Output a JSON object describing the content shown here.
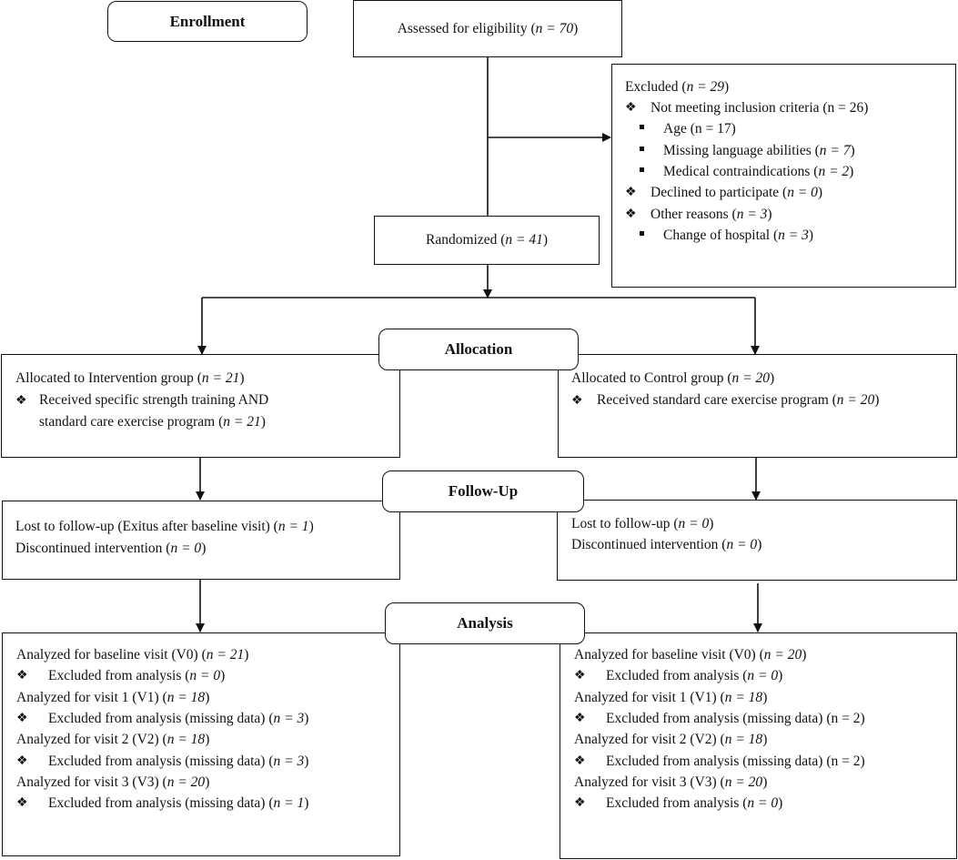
{
  "stages": {
    "enrollment": "Enrollment",
    "allocation": "Allocation",
    "follow_up": "Follow-Up",
    "analysis": "Analysis"
  },
  "assessed": {
    "label": "Assessed for eligibility (",
    "n": "n = 70",
    "close": ")"
  },
  "excluded": {
    "title": {
      "label": "Excluded (",
      "n": "n = 29",
      "close": ")"
    },
    "items": [
      {
        "symbol": "❖",
        "label": "Not meeting inclusion criteria (n = 26)",
        "n": "",
        "close": ""
      },
      {
        "symbol": "▪",
        "label": "Age (n = 17)",
        "n": "",
        "close": ""
      },
      {
        "symbol": "▪",
        "label": "Missing language abilities (",
        "n": "n = 7",
        "close": ")"
      },
      {
        "symbol": "▪",
        "label": "Medical contraindications (",
        "n": "n = 2",
        "close": ")"
      },
      {
        "symbol": "❖",
        "label": "Declined to participate (",
        "n": "n = 0",
        "close": ")"
      },
      {
        "symbol": "❖",
        "label": "Other reasons (",
        "n": "n = 3",
        "close": ")"
      },
      {
        "symbol": "▪",
        "label": "Change of hospital (",
        "n": "n = 3",
        "close": ")"
      }
    ]
  },
  "randomized": {
    "label": "Randomized (",
    "n": "n = 41",
    "close": ")"
  },
  "alloc_left": {
    "title": {
      "label": "Allocated to Intervention group (",
      "n": "n = 21",
      "close": ")"
    },
    "item_line1": "Received specific strength training AND",
    "item_line2": {
      "label": "standard care exercise program (",
      "n": "n = 21",
      "close": ")"
    }
  },
  "alloc_right": {
    "title": {
      "label": "Allocated to Control group (",
      "n": "n = 20",
      "close": ")"
    },
    "item": {
      "label": "Received standard care exercise program (",
      "n": "n = 20",
      "close": ")"
    }
  },
  "follow_left": {
    "lost": {
      "label": "Lost to follow-up (Exitus after baseline visit) (",
      "n": "n = 1",
      "close": ")"
    },
    "disc": {
      "label": "Discontinued intervention (",
      "n": "n = 0",
      "close": ")"
    }
  },
  "follow_right": {
    "lost": {
      "label": "Lost to follow-up (",
      "n": "n = 0",
      "close": ")"
    },
    "disc": {
      "label": "Discontinued intervention (",
      "n": "n = 0",
      "close": ")"
    }
  },
  "analysis_left": [
    {
      "bullet": false,
      "label": "Analyzed for baseline visit (V0) (",
      "n": "n = 21",
      "close": ")"
    },
    {
      "bullet": true,
      "label": "Excluded from analysis (",
      "n": "n = 0",
      "close": ")"
    },
    {
      "bullet": false,
      "label": "Analyzed for visit 1 (V1) (",
      "n": "n = 18",
      "close": ")"
    },
    {
      "bullet": true,
      "label": "Excluded from analysis (missing data) (",
      "n": "n = 3",
      "close": ")"
    },
    {
      "bullet": false,
      "label": "Analyzed for visit 2 (V2) (",
      "n": "n = 18",
      "close": ")"
    },
    {
      "bullet": true,
      "label": "Excluded from analysis (missing data) (",
      "n": "n = 3",
      "close": ")"
    },
    {
      "bullet": false,
      "label": "Analyzed for visit 3 (V3) (",
      "n": "n = 20",
      "close": ")"
    },
    {
      "bullet": true,
      "label": "Excluded from analysis (missing data) (",
      "n": "n = 1",
      "close": ")"
    }
  ],
  "analysis_right": [
    {
      "bullet": false,
      "label": "Analyzed for baseline visit (V0) (",
      "n": "n = 20",
      "close": ")"
    },
    {
      "bullet": true,
      "label": "Excluded from analysis (",
      "n": "n = 0",
      "close": ")"
    },
    {
      "bullet": false,
      "label": "Analyzed for visit 1 (V1) (",
      "n": "n = 18",
      "close": ")"
    },
    {
      "bullet": true,
      "label": "Excluded from analysis (missing data) (n = 2)",
      "n": "",
      "close": ""
    },
    {
      "bullet": false,
      "label": "Analyzed for visit 2 (V2) (",
      "n": "n = 18",
      "close": ")"
    },
    {
      "bullet": true,
      "label": "Excluded from analysis (missing data) (n = 2)",
      "n": "",
      "close": ""
    },
    {
      "bullet": false,
      "label": "Analyzed for visit 3 (V3) (",
      "n": "n = 20",
      "close": ")"
    },
    {
      "bullet": true,
      "label": "Excluded from analysis (",
      "n": "n = 0",
      "close": ")"
    }
  ],
  "bullet_symbol": "❖"
}
